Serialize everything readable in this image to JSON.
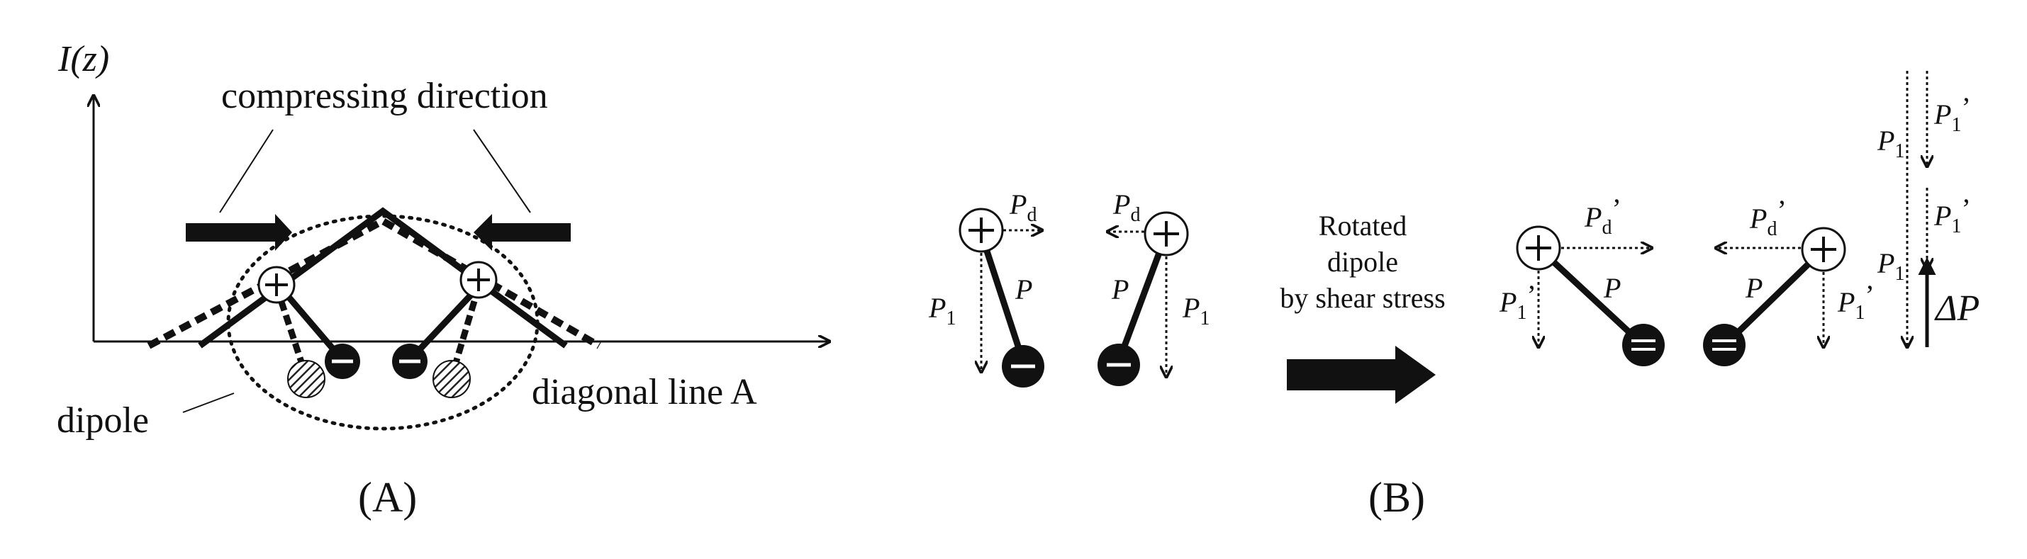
{
  "panel_a": {
    "axis_label": "I(z)",
    "compress_label": "compressing direction",
    "dipole_label": "dipole",
    "diag_label": "diagonal line  A",
    "caption": "(A)"
  },
  "panel_b": {
    "pd": "P",
    "pd_sub": "d",
    "p": "P",
    "p1": "P",
    "p1_sub": "1",
    "pd_prime": "’",
    "p1_prime": "’",
    "rotated_line1": "Rotated",
    "rotated_line2": "dipole",
    "rotated_line3": "by shear stress",
    "delta_p": "ΔP",
    "caption": "(B)"
  }
}
